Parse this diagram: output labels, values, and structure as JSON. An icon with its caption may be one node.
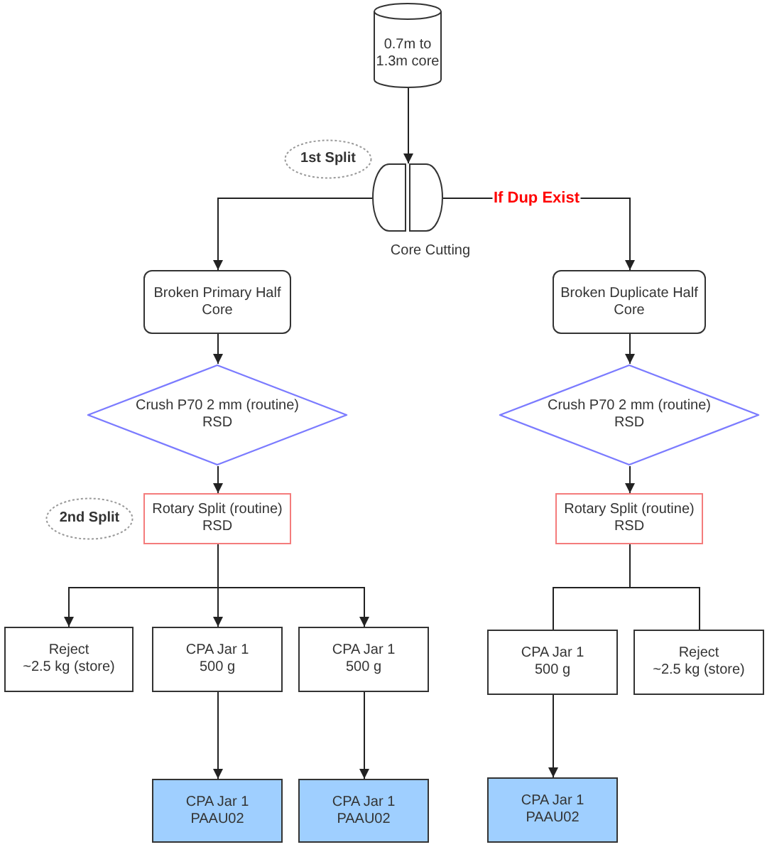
{
  "diagram": {
    "nodes": [
      {
        "text": [
          "0.7m to 1.3m core"
        ]
      },
      {
        "text": [
          "1st Split"
        ]
      },
      {
        "text": [],
        "shape": "circle",
        "beside": [
          "Core Cutting"
        ]
      },
      {
        "text": [
          "Broken Primary Half Core"
        ]
      },
      {
        "text": [
          "Broken Duplicate Half Core"
        ]
      },
      {
        "text": [
          "Crush P70 2 mm (routine)",
          "RSD"
        ]
      },
      {
        "text": [
          "Crush P70 2 mm (routine)",
          "RSD"
        ]
      },
      {
        "text": [
          "2nd Split"
        ]
      },
      {
        "text": [
          "Rotary Split (routine)",
          "RSD"
        ]
      },
      {
        "text": [
          "Rotary Split (routine)",
          "RSD"
        ]
      },
      {
        "text": [
          "Reject",
          "~2.5 kg (store)"
        ]
      },
      {
        "text": [
          "CPA Jar 1",
          "500 g"
        ]
      },
      {
        "text": [
          "CPA Jar 1",
          "500 g"
        ]
      },
      {
        "text": [
          "CPA Jar 1",
          "500 g"
        ]
      },
      {
        "text": [
          "Reject",
          "~2.5 kg (store)"
        ]
      },
      {
        "text": [
          "CPA Jar 1",
          "PAAU02"
        ]
      },
      {
        "text": [
          "CPA Jar 1",
          "PAAU02"
        ]
      },
      {
        "text": [
          "CPA Jar 1",
          "PAAU02"
        ]
      }
    ],
    "edges": [
      {
        "from": 0,
        "to": 2,
        "arrow": "to"
      },
      {
        "from": 2,
        "to": 3,
        "arrow": "to"
      },
      {
        "from": 2,
        "to": 4,
        "arrow": "to",
        "label": "If Dup Exist"
      },
      {
        "from": 3,
        "to": 5,
        "arrow": "to"
      },
      {
        "from": 4,
        "to": 6,
        "arrow": "to"
      },
      {
        "from": 5,
        "to": 8,
        "arrow": "to"
      },
      {
        "from": 6,
        "to": 9,
        "arrow": "to"
      },
      {
        "from": 8,
        "to": 10,
        "arrow": "to"
      },
      {
        "from": 8,
        "to": 11,
        "arrow": "to"
      },
      {
        "from": 8,
        "to": 12,
        "arrow": "to"
      },
      {
        "from": 9,
        "to": 13,
        "arrow": "none"
      },
      {
        "from": 9,
        "to": 14,
        "arrow": "none"
      },
      {
        "from": 11,
        "to": 15,
        "arrow": "to"
      },
      {
        "from": 12,
        "to": 16,
        "arrow": "to"
      },
      {
        "from": 13,
        "to": 17,
        "arrow": "to"
      }
    ]
  }
}
